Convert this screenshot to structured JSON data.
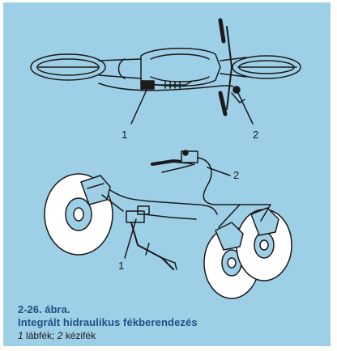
{
  "figure": {
    "labels": [
      {
        "id": "top-1",
        "text": "1"
      },
      {
        "id": "top-2",
        "text": "2"
      },
      {
        "id": "bottom-1",
        "text": "1"
      },
      {
        "id": "bottom-2",
        "text": "2"
      }
    ]
  },
  "caption": {
    "number": "2-26. ábra.",
    "title": "Integrált hidraulikus fékberendezés",
    "legend": {
      "n1": "1",
      "t1": " lábfék; ",
      "n2": "2",
      "t2": " kézifék"
    }
  },
  "colors": {
    "panel": "#9dcfe6",
    "caption": "#1f4f86",
    "line": "#1a1a1a"
  }
}
